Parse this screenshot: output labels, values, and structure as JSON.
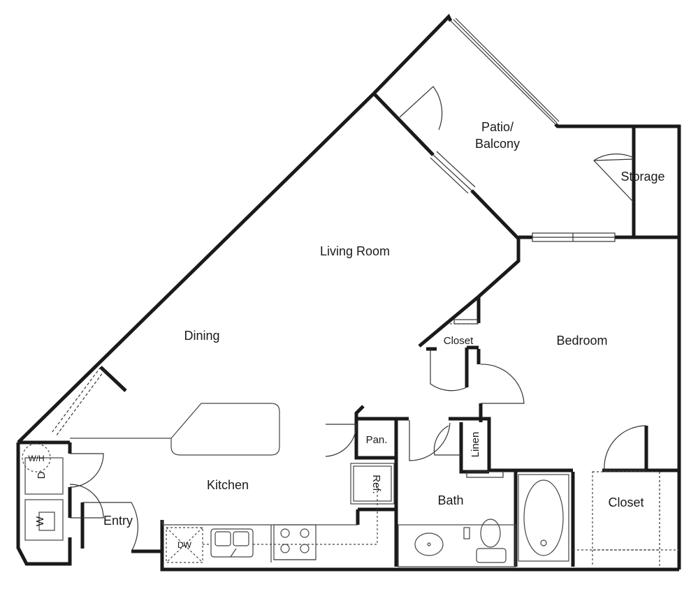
{
  "rooms": {
    "patio_line1": "Patio/",
    "patio_line2": "Balcony",
    "storage": "Storage",
    "living_room": "Living Room",
    "dining": "Dining",
    "bedroom": "Bedroom",
    "closet_small": "Closet",
    "kitchen": "Kitchen",
    "pantry": "Pan.",
    "linen": "Linen",
    "refrigerator": "Ref.",
    "bath": "Bath",
    "closet_bedroom": "Closet",
    "entry": "Entry"
  },
  "appliances": {
    "water_heater": "W/H",
    "dryer": "D",
    "washer": "W",
    "dishwasher": "DW"
  },
  "colors": {
    "wall": "#1a1a1a",
    "thin": "#333333",
    "fixture": "#444444",
    "background": "#ffffff"
  }
}
